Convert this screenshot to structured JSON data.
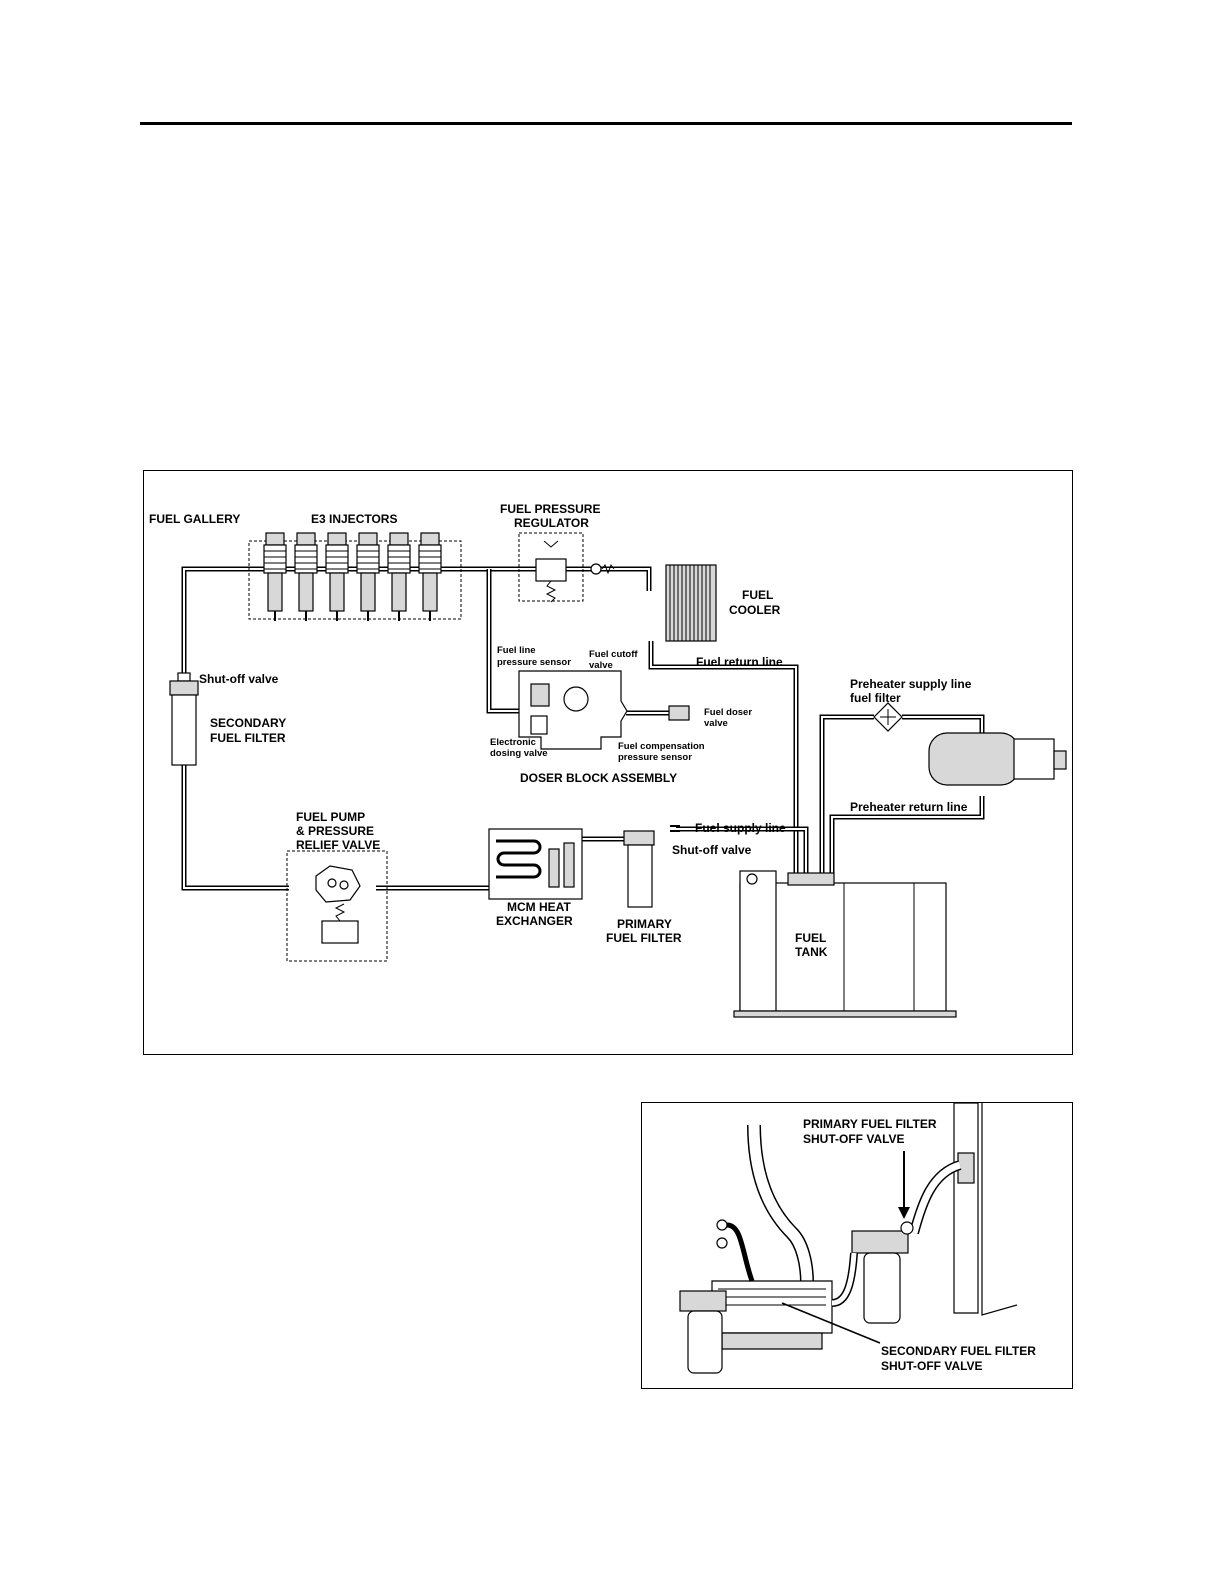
{
  "figure1": {
    "labels": {
      "fuel_gallery": "FUEL GALLERY",
      "e3_injectors": "E3 INJECTORS",
      "fuel_pressure_regulator_1": "FUEL PRESSURE",
      "fuel_pressure_regulator_2": "REGULATOR",
      "fuel_cooler_1": "FUEL",
      "fuel_cooler_2": "COOLER",
      "fuel_return_line": "Fuel return line",
      "fuel_line_pressure_sensor_1": "Fuel line",
      "fuel_line_pressure_sensor_2": "pressure sensor",
      "fuel_cutoff_valve_1": "Fuel cutoff",
      "fuel_cutoff_valve_2": "valve",
      "fuel_doser_valve_1": "Fuel doser",
      "fuel_doser_valve_2": "valve",
      "electronic_dosing_valve_1": "Electronic",
      "electronic_dosing_valve_2": "dosing valve",
      "fuel_compensation_pressure_sensor_1": "Fuel compensation",
      "fuel_compensation_pressure_sensor_2": "pressure sensor",
      "doser_block_assembly": "DOSER BLOCK ASSEMBLY",
      "shutoff_valve_secondary": "Shut-off valve",
      "secondary_fuel_filter_1": "SECONDARY",
      "secondary_fuel_filter_2": "FUEL FILTER",
      "preheater_supply_filter_1": "Preheater supply line",
      "preheater_supply_filter_2": "fuel filter",
      "preheater_return_line": "Preheater return line",
      "fuel_supply_line": "Fuel supply line",
      "shutoff_valve_primary": "Shut-off valve",
      "fuel_pump_1": "FUEL PUMP",
      "fuel_pump_2": "& PRESSURE",
      "fuel_pump_3": "RELIEF VALVE",
      "mcm_heat_exchanger_1": "MCM HEAT",
      "mcm_heat_exchanger_2": "EXCHANGER",
      "primary_fuel_filter_1": "PRIMARY",
      "primary_fuel_filter_2": "FUEL FILTER",
      "fuel_tank_1": "FUEL",
      "fuel_tank_2": "TANK"
    }
  },
  "figure2": {
    "labels": {
      "primary_shutoff_1": "PRIMARY FUEL FILTER",
      "primary_shutoff_2": "SHUT-OFF VALVE",
      "secondary_shutoff_1": "SECONDARY FUEL FILTER",
      "secondary_shutoff_2": "SHUT-OFF VALVE"
    }
  }
}
